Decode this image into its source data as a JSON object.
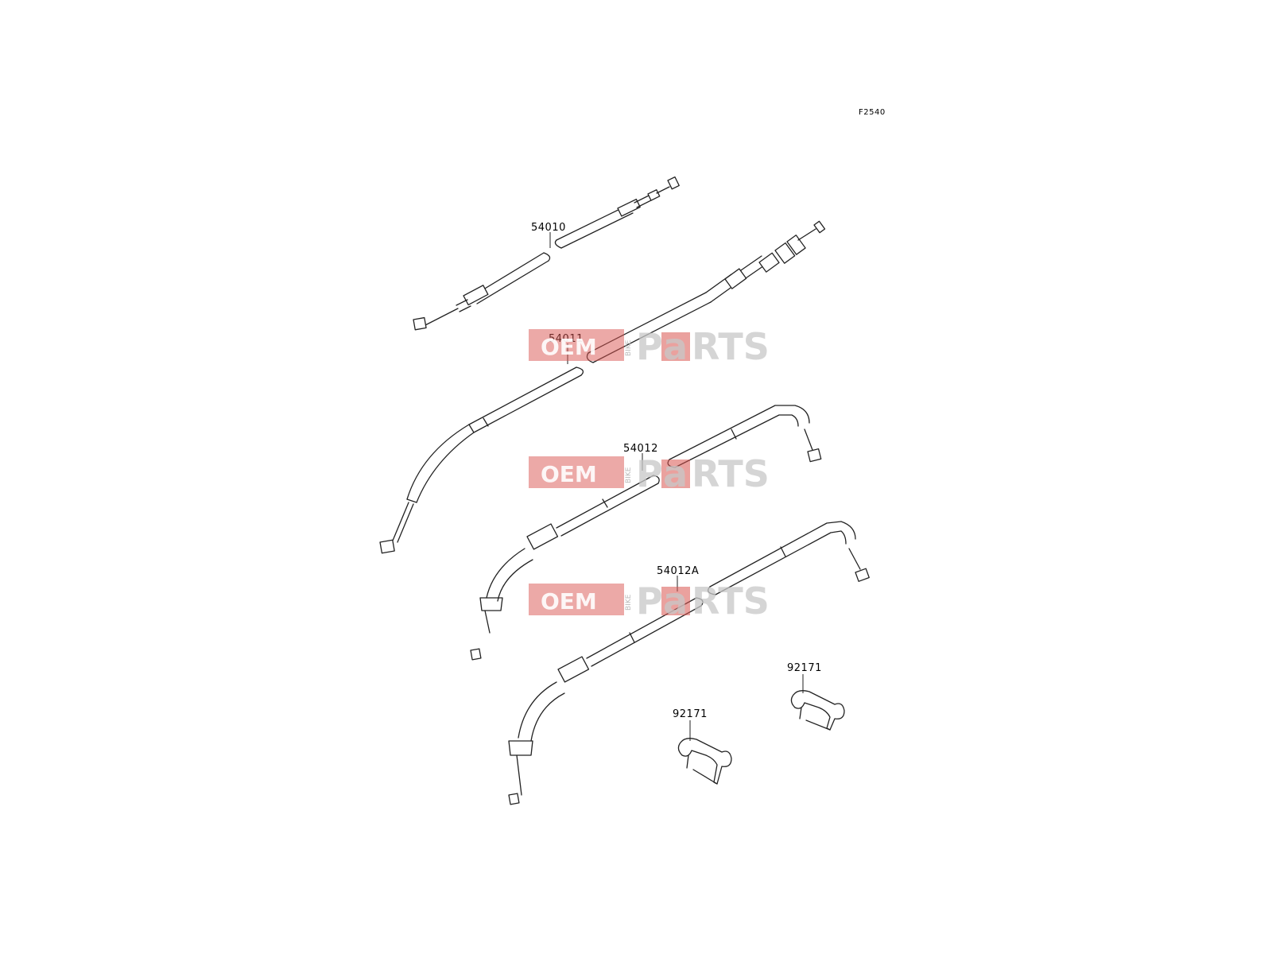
{
  "diagram_code": "F2540",
  "watermark": {
    "oem": "OEM",
    "bike": "BIKE",
    "parts_p": "P",
    "parts_a": "a",
    "parts_rest": "RTS"
  },
  "callouts": {
    "cable_54010": "54010",
    "cable_54011": "54011",
    "cable_54012": "54012",
    "cable_54012a": "54012A",
    "clamp_right": "92171",
    "clamp_left": "92171"
  },
  "colors": {
    "line": "#222222",
    "watermark_red": "#d9534f",
    "watermark_gray": "#c8c8c8"
  }
}
